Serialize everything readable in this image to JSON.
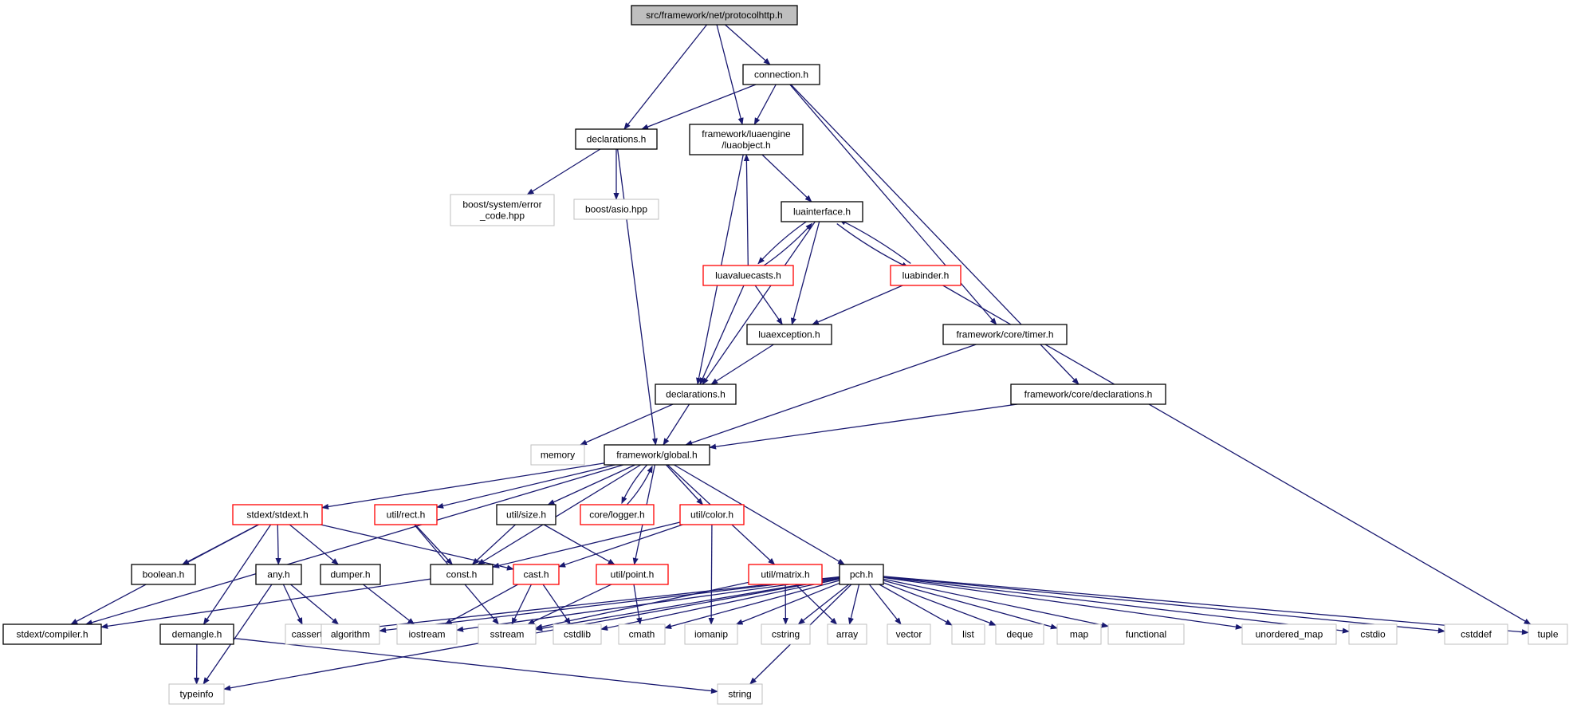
{
  "colors": {
    "edge": "#191970",
    "border_black": "#000000",
    "border_red": "#ff0000",
    "border_gray": "#bfbfbf",
    "root_fill": "#bfbfbf"
  },
  "nodes": [
    {
      "id": "root",
      "lines": [
        "src/framework/net/protocolhttp.h"
      ],
      "style": "root"
    },
    {
      "id": "connection",
      "lines": [
        "connection.h"
      ],
      "style": "black"
    },
    {
      "id": "declarations_net",
      "lines": [
        "declarations.h"
      ],
      "style": "black"
    },
    {
      "id": "luaobject",
      "lines": [
        "framework/luaengine",
        "/luaobject.h"
      ],
      "style": "black"
    },
    {
      "id": "boost_error",
      "lines": [
        "boost/system/error",
        "_code.hpp"
      ],
      "style": "gray"
    },
    {
      "id": "boost_asio",
      "lines": [
        "boost/asio.hpp"
      ],
      "style": "gray"
    },
    {
      "id": "luainterface",
      "lines": [
        "luainterface.h"
      ],
      "style": "black"
    },
    {
      "id": "luavaluecasts",
      "lines": [
        "luavaluecasts.h"
      ],
      "style": "red"
    },
    {
      "id": "luabinder",
      "lines": [
        "luabinder.h"
      ],
      "style": "red"
    },
    {
      "id": "luaexception",
      "lines": [
        "luaexception.h"
      ],
      "style": "black"
    },
    {
      "id": "timer",
      "lines": [
        "framework/core/timer.h"
      ],
      "style": "black"
    },
    {
      "id": "declarations_lua",
      "lines": [
        "declarations.h"
      ],
      "style": "black"
    },
    {
      "id": "core_declarations",
      "lines": [
        "framework/core/declarations.h"
      ],
      "style": "black"
    },
    {
      "id": "memory",
      "lines": [
        "memory"
      ],
      "style": "gray"
    },
    {
      "id": "global",
      "lines": [
        "framework/global.h"
      ],
      "style": "black"
    },
    {
      "id": "stdext",
      "lines": [
        "stdext/stdext.h"
      ],
      "style": "red"
    },
    {
      "id": "rect",
      "lines": [
        "util/rect.h"
      ],
      "style": "red"
    },
    {
      "id": "size",
      "lines": [
        "util/size.h"
      ],
      "style": "black"
    },
    {
      "id": "logger",
      "lines": [
        "core/logger.h"
      ],
      "style": "red"
    },
    {
      "id": "color",
      "lines": [
        "util/color.h"
      ],
      "style": "red"
    },
    {
      "id": "boolean",
      "lines": [
        "boolean.h"
      ],
      "style": "black"
    },
    {
      "id": "any",
      "lines": [
        "any.h"
      ],
      "style": "black"
    },
    {
      "id": "dumper",
      "lines": [
        "dumper.h"
      ],
      "style": "black"
    },
    {
      "id": "const",
      "lines": [
        "const.h"
      ],
      "style": "black"
    },
    {
      "id": "cast",
      "lines": [
        "cast.h"
      ],
      "style": "red"
    },
    {
      "id": "point",
      "lines": [
        "util/point.h"
      ],
      "style": "red"
    },
    {
      "id": "matrix",
      "lines": [
        "util/matrix.h"
      ],
      "style": "red"
    },
    {
      "id": "pch",
      "lines": [
        "pch.h"
      ],
      "style": "black"
    },
    {
      "id": "compiler",
      "lines": [
        "stdext/compiler.h"
      ],
      "style": "black"
    },
    {
      "id": "demangle",
      "lines": [
        "demangle.h"
      ],
      "style": "black"
    },
    {
      "id": "cassert",
      "lines": [
        "cassert"
      ],
      "style": "gray"
    },
    {
      "id": "algorithm",
      "lines": [
        "algorithm"
      ],
      "style": "gray"
    },
    {
      "id": "iostream",
      "lines": [
        "iostream"
      ],
      "style": "gray"
    },
    {
      "id": "sstream",
      "lines": [
        "sstream"
      ],
      "style": "gray"
    },
    {
      "id": "cstdlib",
      "lines": [
        "cstdlib"
      ],
      "style": "gray"
    },
    {
      "id": "cmath",
      "lines": [
        "cmath"
      ],
      "style": "gray"
    },
    {
      "id": "iomanip",
      "lines": [
        "iomanip"
      ],
      "style": "gray"
    },
    {
      "id": "cstring",
      "lines": [
        "cstring"
      ],
      "style": "gray"
    },
    {
      "id": "array",
      "lines": [
        "array"
      ],
      "style": "gray"
    },
    {
      "id": "vector",
      "lines": [
        "vector"
      ],
      "style": "gray"
    },
    {
      "id": "list",
      "lines": [
        "list"
      ],
      "style": "gray"
    },
    {
      "id": "deque",
      "lines": [
        "deque"
      ],
      "style": "gray"
    },
    {
      "id": "map",
      "lines": [
        "map"
      ],
      "style": "gray"
    },
    {
      "id": "functional",
      "lines": [
        "functional"
      ],
      "style": "gray"
    },
    {
      "id": "unordered_map",
      "lines": [
        "unordered_map"
      ],
      "style": "gray"
    },
    {
      "id": "cstdio",
      "lines": [
        "cstdio"
      ],
      "style": "gray"
    },
    {
      "id": "cstddef",
      "lines": [
        "cstddef"
      ],
      "style": "gray"
    },
    {
      "id": "tuple",
      "lines": [
        "tuple"
      ],
      "style": "gray"
    },
    {
      "id": "typeinfo",
      "lines": [
        "typeinfo"
      ],
      "style": "gray"
    },
    {
      "id": "string",
      "lines": [
        "string"
      ],
      "style": "gray"
    }
  ],
  "edges": [
    [
      "root",
      "declarations_net"
    ],
    [
      "root",
      "luaobject"
    ],
    [
      "root",
      "connection"
    ],
    [
      "connection",
      "declarations_net"
    ],
    [
      "connection",
      "luaobject"
    ],
    [
      "connection",
      "timer"
    ],
    [
      "connection",
      "core_declarations"
    ],
    [
      "declarations_net",
      "boost_error"
    ],
    [
      "declarations_net",
      "boost_asio"
    ],
    [
      "declarations_net",
      "global"
    ],
    [
      "luaobject",
      "luainterface"
    ],
    [
      "luaobject",
      "declarations_lua"
    ],
    [
      "luainterface",
      "luavaluecasts"
    ],
    [
      "luainterface",
      "luabinder"
    ],
    [
      "luainterface",
      "luaexception"
    ],
    [
      "luainterface",
      "declarations_lua"
    ],
    [
      "luavaluecasts",
      "luainterface"
    ],
    [
      "luavaluecasts",
      "luaobject"
    ],
    [
      "luavaluecasts",
      "luaexception"
    ],
    [
      "luavaluecasts",
      "declarations_lua"
    ],
    [
      "luabinder",
      "luainterface"
    ],
    [
      "luabinder",
      "luaexception"
    ],
    [
      "luabinder",
      "tuple"
    ],
    [
      "luaexception",
      "declarations_lua"
    ],
    [
      "timer",
      "global"
    ],
    [
      "core_declarations",
      "global"
    ],
    [
      "declarations_lua",
      "memory"
    ],
    [
      "declarations_lua",
      "global"
    ],
    [
      "global",
      "stdext"
    ],
    [
      "global",
      "rect"
    ],
    [
      "global",
      "size"
    ],
    [
      "global",
      "logger"
    ],
    [
      "global",
      "color"
    ],
    [
      "global",
      "compiler"
    ],
    [
      "global",
      "const"
    ],
    [
      "global",
      "point"
    ],
    [
      "global",
      "matrix"
    ],
    [
      "global",
      "pch"
    ],
    [
      "logger",
      "global"
    ],
    [
      "stdext",
      "boolean"
    ],
    [
      "stdext",
      "any"
    ],
    [
      "stdext",
      "dumper"
    ],
    [
      "stdext",
      "cast"
    ],
    [
      "stdext",
      "demangle"
    ],
    [
      "stdext",
      "compiler"
    ],
    [
      "rect",
      "const"
    ],
    [
      "rect",
      "sstream"
    ],
    [
      "size",
      "const"
    ],
    [
      "size",
      "point"
    ],
    [
      "color",
      "const"
    ],
    [
      "color",
      "cast"
    ],
    [
      "color",
      "iomanip"
    ],
    [
      "any",
      "cassert"
    ],
    [
      "any",
      "algorithm"
    ],
    [
      "any",
      "typeinfo"
    ],
    [
      "dumper",
      "iostream"
    ],
    [
      "const",
      "compiler"
    ],
    [
      "cast",
      "iostream"
    ],
    [
      "cast",
      "sstream"
    ],
    [
      "cast",
      "cstdlib"
    ],
    [
      "point",
      "sstream"
    ],
    [
      "point",
      "cmath"
    ],
    [
      "matrix",
      "sstream"
    ],
    [
      "matrix",
      "cstring"
    ],
    [
      "matrix",
      "array"
    ],
    [
      "demangle",
      "typeinfo"
    ],
    [
      "demangle",
      "string"
    ],
    [
      "pch",
      "cassert"
    ],
    [
      "pch",
      "algorithm"
    ],
    [
      "pch",
      "iostream"
    ],
    [
      "pch",
      "sstream"
    ],
    [
      "pch",
      "cstdlib"
    ],
    [
      "pch",
      "cmath"
    ],
    [
      "pch",
      "iomanip"
    ],
    [
      "pch",
      "cstring"
    ],
    [
      "pch",
      "array"
    ],
    [
      "pch",
      "vector"
    ],
    [
      "pch",
      "list"
    ],
    [
      "pch",
      "deque"
    ],
    [
      "pch",
      "map"
    ],
    [
      "pch",
      "functional"
    ],
    [
      "pch",
      "unordered_map"
    ],
    [
      "pch",
      "cstdio"
    ],
    [
      "pch",
      "cstddef"
    ],
    [
      "pch",
      "tuple"
    ],
    [
      "pch",
      "typeinfo"
    ],
    [
      "pch",
      "string"
    ]
  ]
}
